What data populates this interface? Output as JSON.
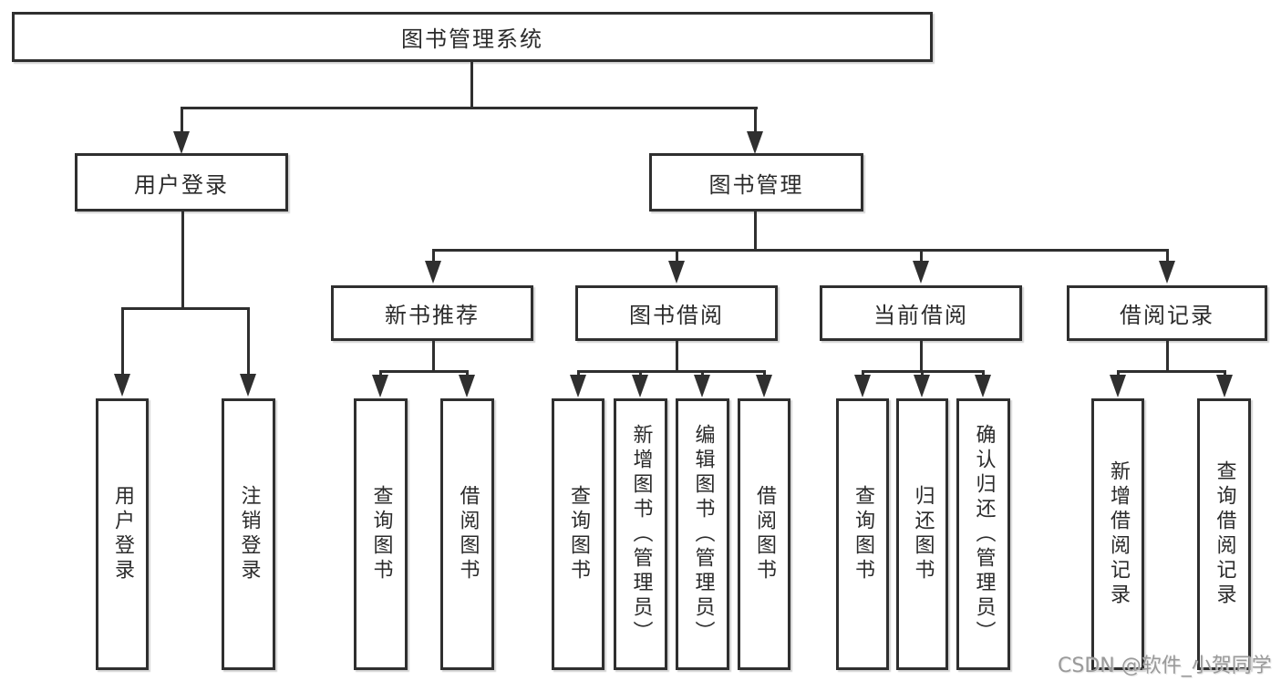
{
  "diagram": {
    "title": "图书管理系统",
    "line_color": "#2f2f2f",
    "box_border_color": "#2f2f2f",
    "background_color": "#ffffff",
    "watermark": "CSDN @软件_小贺同学",
    "watermark_color": "#9a9a9a",
    "nodes": {
      "root": "图书管理系统",
      "user_login_branch": {
        "label": "用户登录",
        "children": [
          "用户登录",
          "注销登录"
        ]
      },
      "book_mgmt_branch": {
        "label": "图书管理",
        "modules": [
          {
            "label": "新书推荐",
            "children": [
              "查询图书",
              "借阅图书"
            ]
          },
          {
            "label": "图书借阅",
            "children": [
              "查询图书",
              "新增图书（管理员）",
              "编辑图书（管理员）",
              "借阅图书"
            ]
          },
          {
            "label": "当前借阅",
            "children": [
              "查询图书",
              "归还图书",
              "确认归还（管理员）"
            ]
          },
          {
            "label": "借阅记录",
            "children": [
              "新增借阅记录",
              "查询借阅记录"
            ]
          }
        ]
      }
    }
  }
}
